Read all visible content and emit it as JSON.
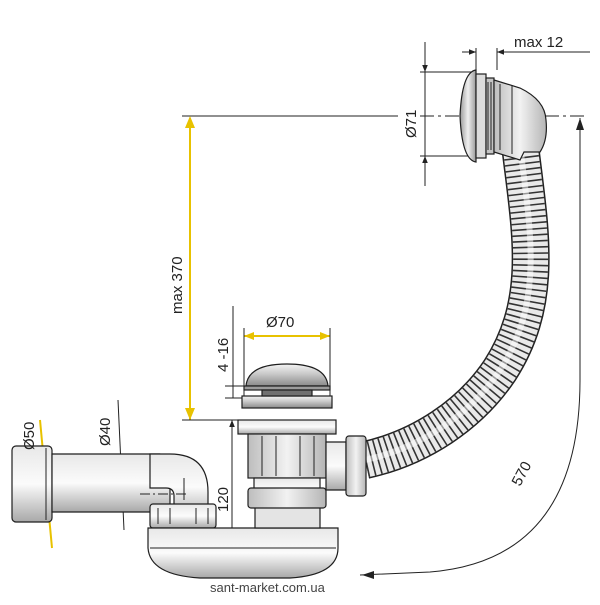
{
  "diagram": {
    "labels": {
      "max_12": "max 12",
      "d71": "Ø71",
      "max_370": "max 370",
      "d70": "Ø70",
      "r4_16": "4 -16",
      "d50": "Ø50",
      "d40": "Ø40",
      "h120": "120",
      "l570": "570"
    },
    "watermark": "sant-market.com.ua"
  }
}
